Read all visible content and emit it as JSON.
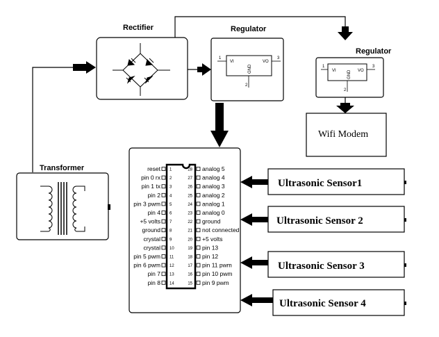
{
  "blocks": {
    "rectifier": "Rectifier",
    "regulator1": "Regulator",
    "regulator2": "Regulator",
    "transformer": "Transformer",
    "wifi": "Wifi Modem"
  },
  "reg1": {
    "vi": "VI",
    "vo": "VO",
    "gnd": "GND",
    "p1": "1",
    "p2": "2",
    "p3": "3"
  },
  "reg2": {
    "vi": "VI",
    "vo": "VO",
    "gnd": "GND",
    "p1": "1",
    "p2": "2",
    "p3": "3"
  },
  "chip": {
    "left_pins": [
      {
        "label": "reset",
        "num": "1"
      },
      {
        "label": "pin 0 rx",
        "num": "2"
      },
      {
        "label": "pin 1 tx",
        "num": "3"
      },
      {
        "label": "pin 2",
        "num": "4"
      },
      {
        "label": "pin 3 pwm",
        "num": "5"
      },
      {
        "label": "pin 4",
        "num": "6"
      },
      {
        "label": "+5 volts",
        "num": "7"
      },
      {
        "label": "ground",
        "num": "8"
      },
      {
        "label": "crystal",
        "num": "9"
      },
      {
        "label": "crystal",
        "num": "10"
      },
      {
        "label": "pin 5 pwm",
        "num": "11"
      },
      {
        "label": "pin 6 pwm",
        "num": "12"
      },
      {
        "label": "pin 7",
        "num": "13"
      },
      {
        "label": "pin 8",
        "num": "14"
      }
    ],
    "right_pins": [
      {
        "label": "analog 5",
        "num": "28"
      },
      {
        "label": "analog 4",
        "num": "27"
      },
      {
        "label": "analog 3",
        "num": "26"
      },
      {
        "label": "analog 2",
        "num": "25"
      },
      {
        "label": "analog 1",
        "num": "24"
      },
      {
        "label": "analog 0",
        "num": "23"
      },
      {
        "label": "ground",
        "num": "22"
      },
      {
        "label": "not connected",
        "num": "21"
      },
      {
        "label": "+5 volts",
        "num": "20"
      },
      {
        "label": "pin 13",
        "num": "19"
      },
      {
        "label": "pin 12",
        "num": "18"
      },
      {
        "label": "pin 11 pwm",
        "num": "17"
      },
      {
        "label": "pin 10 pwm",
        "num": "16"
      },
      {
        "label": "pin 9 pwm",
        "num": "15"
      }
    ]
  },
  "sensors": [
    "Ultrasonic Sensor1",
    "Ultrasonic Sensor 2",
    "Ultrasonic Sensor 3",
    "Ultrasonic Sensor 4"
  ]
}
